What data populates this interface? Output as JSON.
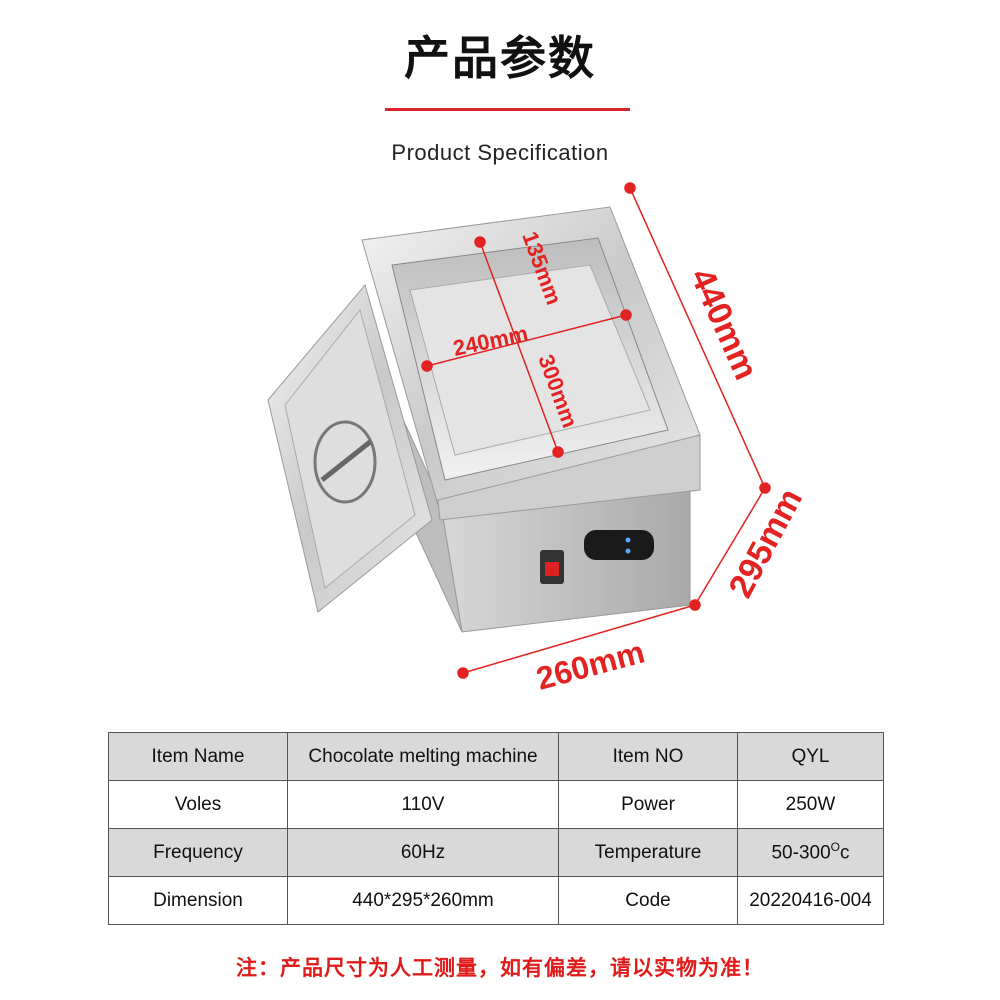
{
  "header": {
    "title_cn": "产品参数",
    "title_en": "Product Specification"
  },
  "dimensions": {
    "inner_depth": "135mm",
    "inner_width": "240mm",
    "inner_length": "300mm",
    "outer_length": "440mm",
    "outer_height": "295mm",
    "outer_width": "260mm"
  },
  "spec_table": {
    "rows": [
      [
        "Item Name",
        "Chocolate melting machine",
        "Item NO",
        "QYL"
      ],
      [
        "Voles",
        "110V",
        "Power",
        "250W"
      ],
      [
        "Frequency",
        "60Hz",
        "Temperature",
        "50-300"
      ],
      [
        "Dimension",
        "440*295*260mm",
        "Code",
        "20220416-004"
      ]
    ],
    "temperature_unit_sup": "O",
    "temperature_unit": "c"
  },
  "footer": {
    "note": "注：产品尺寸为人工测量，如有偏差，请以实物为准！"
  },
  "colors": {
    "accent_red": "#e32222",
    "table_shade": "#d9d9d9"
  }
}
